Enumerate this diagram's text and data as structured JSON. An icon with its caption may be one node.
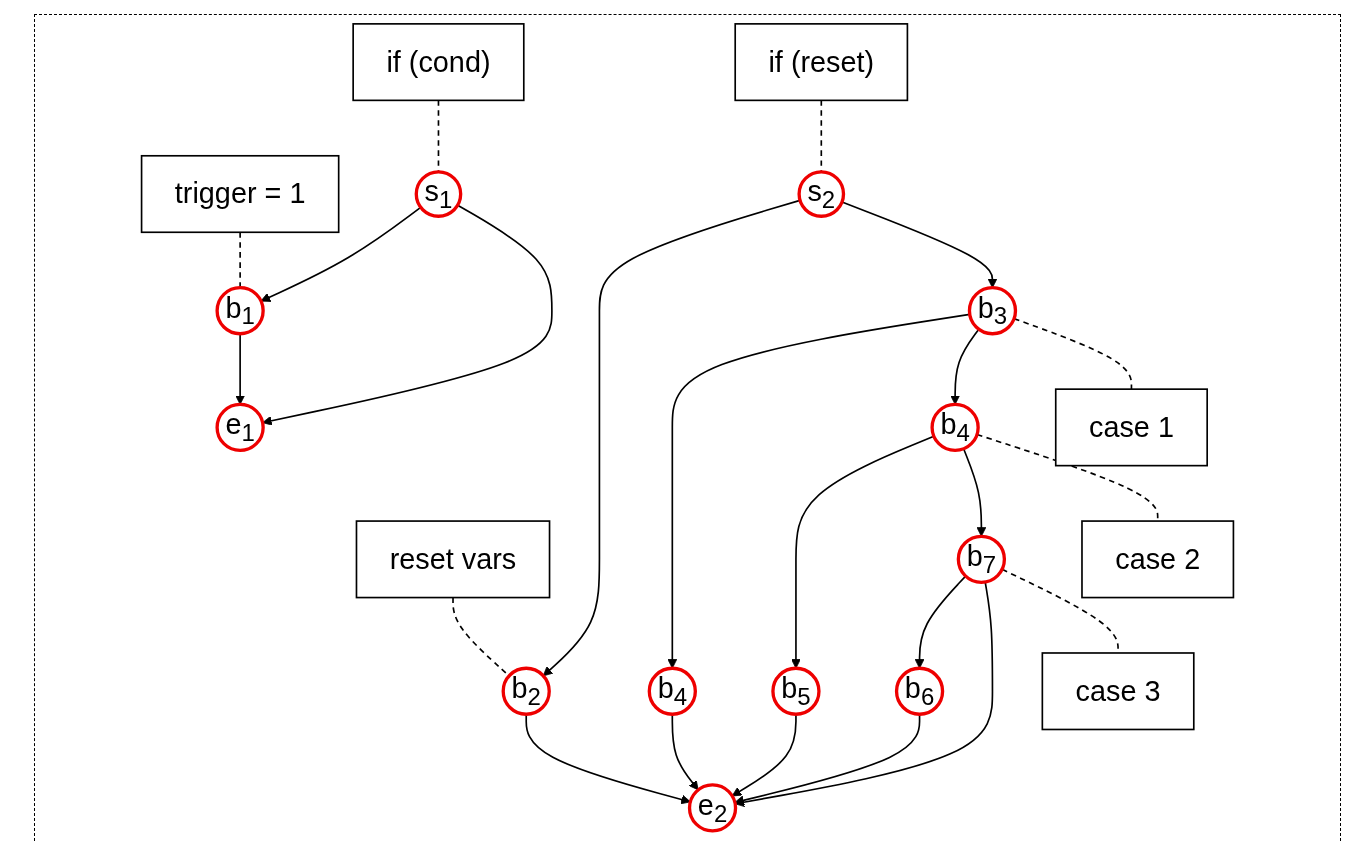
{
  "diagram": {
    "nodes": [
      {
        "text": [
          "trigger = 1"
        ]
      },
      {
        "text": [
          "if (cond)"
        ]
      },
      {
        "text": [
          "s$_{1}$"
        ]
      },
      {
        "text": [
          "b$_{1}$"
        ]
      },
      {
        "text": [
          "e$_{1}$"
        ]
      },
      {
        "text": [
          "if (reset)"
        ]
      },
      {
        "text": [
          "s$_{2}$"
        ]
      },
      {
        "text": [
          "reset vars"
        ]
      },
      {
        "text": [
          "b$_{2}$"
        ]
      },
      {
        "text": [
          "b$_{3}$"
        ]
      },
      {
        "text": [
          "b$_{4}$"
        ]
      },
      {
        "text": [
          "case 1"
        ]
      },
      {
        "text": [
          "b$_{4}$"
        ]
      },
      {
        "text": [
          "b$_{5}$"
        ]
      },
      {
        "text": [
          "case 2"
        ]
      },
      {
        "text": [
          "b$_{7}$"
        ]
      },
      {
        "text": [
          "b$_{6}$"
        ]
      },
      {
        "text": [
          "case 3"
        ]
      },
      {
        "text": [
          "e$_{2}$"
        ]
      }
    ],
    "edges": [
      {
        "from": 2,
        "to": 3,
        "arrow": "to"
      },
      {
        "from": 2,
        "to": 4,
        "arrow": "to"
      },
      {
        "from": 3,
        "to": 4,
        "arrow": "to"
      },
      {
        "from": 6,
        "to": 8,
        "arrow": "to"
      },
      {
        "from": 6,
        "to": 9,
        "arrow": "to"
      },
      {
        "from": 8,
        "to": 18,
        "arrow": "to"
      },
      {
        "from": 9,
        "to": 10,
        "arrow": "to"
      },
      {
        "from": 9,
        "to": 12,
        "arrow": "to"
      },
      {
        "from": 12,
        "to": 13,
        "arrow": "to"
      },
      {
        "from": 12,
        "to": 15,
        "arrow": "to"
      },
      {
        "from": 15,
        "to": 16,
        "arrow": "to"
      },
      {
        "from": 15,
        "to": 18,
        "arrow": "to"
      },
      {
        "from": 16,
        "to": 18,
        "arrow": "to"
      },
      {
        "from": 13,
        "to": 18,
        "arrow": "to"
      },
      {
        "from": 10,
        "to": 18,
        "arrow": "to"
      },
      {
        "from": 0,
        "to": 3,
        "arrow": "none",
        "style": "dashed"
      },
      {
        "from": 1,
        "to": 2,
        "arrow": "none",
        "style": "dashed"
      },
      {
        "from": 5,
        "to": 6,
        "arrow": "none",
        "style": "dashed"
      },
      {
        "from": 7,
        "to": 8,
        "arrow": "none",
        "style": "dashed"
      },
      {
        "from": 11,
        "to": 9,
        "arrow": "none",
        "style": "dashed"
      },
      {
        "from": 14,
        "to": 12,
        "arrow": "none",
        "style": "dashed"
      },
      {
        "from": 17,
        "to": 15,
        "arrow": "none",
        "style": "dashed"
      }
    ]
  }
}
